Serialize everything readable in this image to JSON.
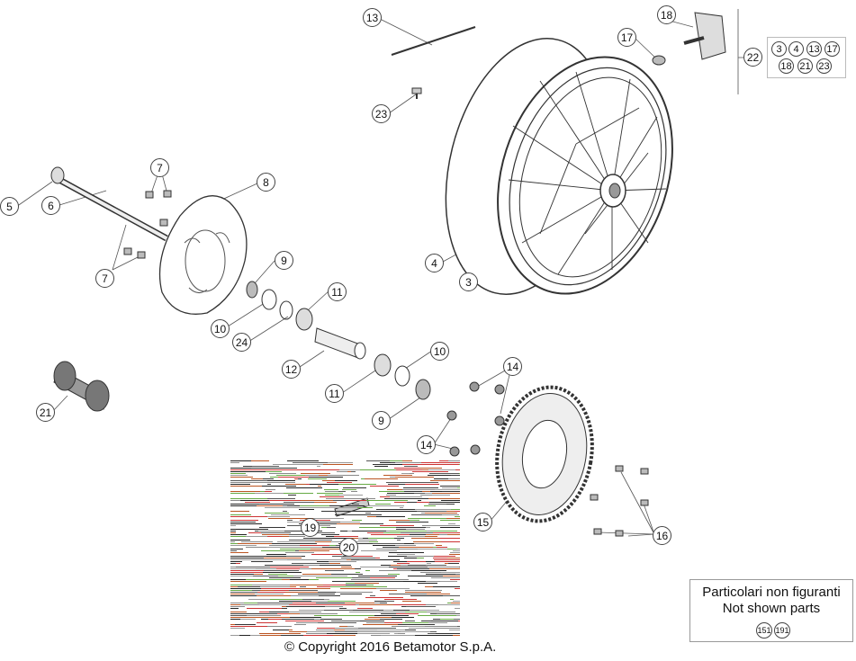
{
  "labels": {
    "n13": "13",
    "n18": "18",
    "n17": "17",
    "n22": "22",
    "n23": "23",
    "n7a": "7",
    "n8": "8",
    "n5": "5",
    "n6": "6",
    "n7b": "7",
    "n9a": "9",
    "n11a": "11",
    "n10a": "10",
    "n24": "24",
    "n12": "12",
    "n11b": "11",
    "n10b": "10",
    "n9b": "9",
    "n14a": "14",
    "n14b": "14",
    "n4": "4",
    "n3": "3",
    "n21": "21",
    "n15": "15",
    "n16": "16",
    "n19": "19",
    "n20": "20"
  },
  "kit": {
    "items": [
      "3",
      "4",
      "13",
      "17",
      "18",
      "21",
      "23"
    ]
  },
  "not_shown": {
    "line1": "Particolari non figuranti",
    "line2": "Not shown parts",
    "codes": [
      "151",
      "191"
    ]
  },
  "copyright": "© Copyright 2016 Betamotor S.p.A."
}
